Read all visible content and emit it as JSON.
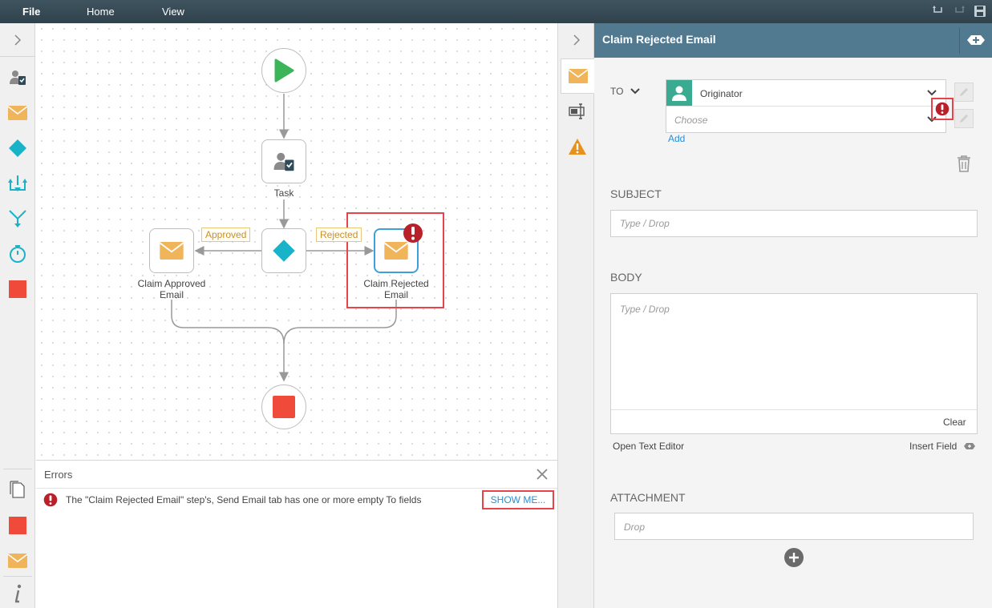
{
  "menu": {
    "file": "File",
    "home": "Home",
    "view": "View"
  },
  "canvas": {
    "nodes": {
      "task": "Task",
      "claim_approved": "Claim Approved Email",
      "claim_rejected": "Claim Rejected Email"
    },
    "edges": {
      "approved": "Approved",
      "rejected": "Rejected"
    }
  },
  "errors": {
    "title": "Errors",
    "message": "The \"Claim Rejected Email\" step's, Send Email tab has one or more empty To fields",
    "show_me": "SHOW ME..."
  },
  "panel": {
    "title": "Claim Rejected Email",
    "to": {
      "label": "TO",
      "recipient": "Originator",
      "choose_placeholder": "Choose",
      "add": "Add"
    },
    "subject": {
      "label": "SUBJECT",
      "placeholder": "Type / Drop"
    },
    "body": {
      "label": "BODY",
      "placeholder": "Type / Drop",
      "clear": "Clear",
      "open_text_editor": "Open Text Editor",
      "insert_field": "Insert Field"
    },
    "attachment": {
      "label": "ATTACHMENT",
      "placeholder": "Drop"
    }
  },
  "colors": {
    "menubar": "#33464f",
    "panel_header": "#517a91",
    "error_red": "#b8202a",
    "highlight_red": "#e8424b",
    "link_blue": "#2a8fd3",
    "start_green": "#3cb55a",
    "decision_teal": "#19b3c9",
    "email_orange": "#f0b45b",
    "end_red": "#f04a3a"
  },
  "icons": {
    "start": "play-icon",
    "task": "user-task-icon",
    "decision": "diamond-icon",
    "email": "envelope-icon",
    "end": "stop-icon",
    "error": "exclamation-circle-icon"
  }
}
